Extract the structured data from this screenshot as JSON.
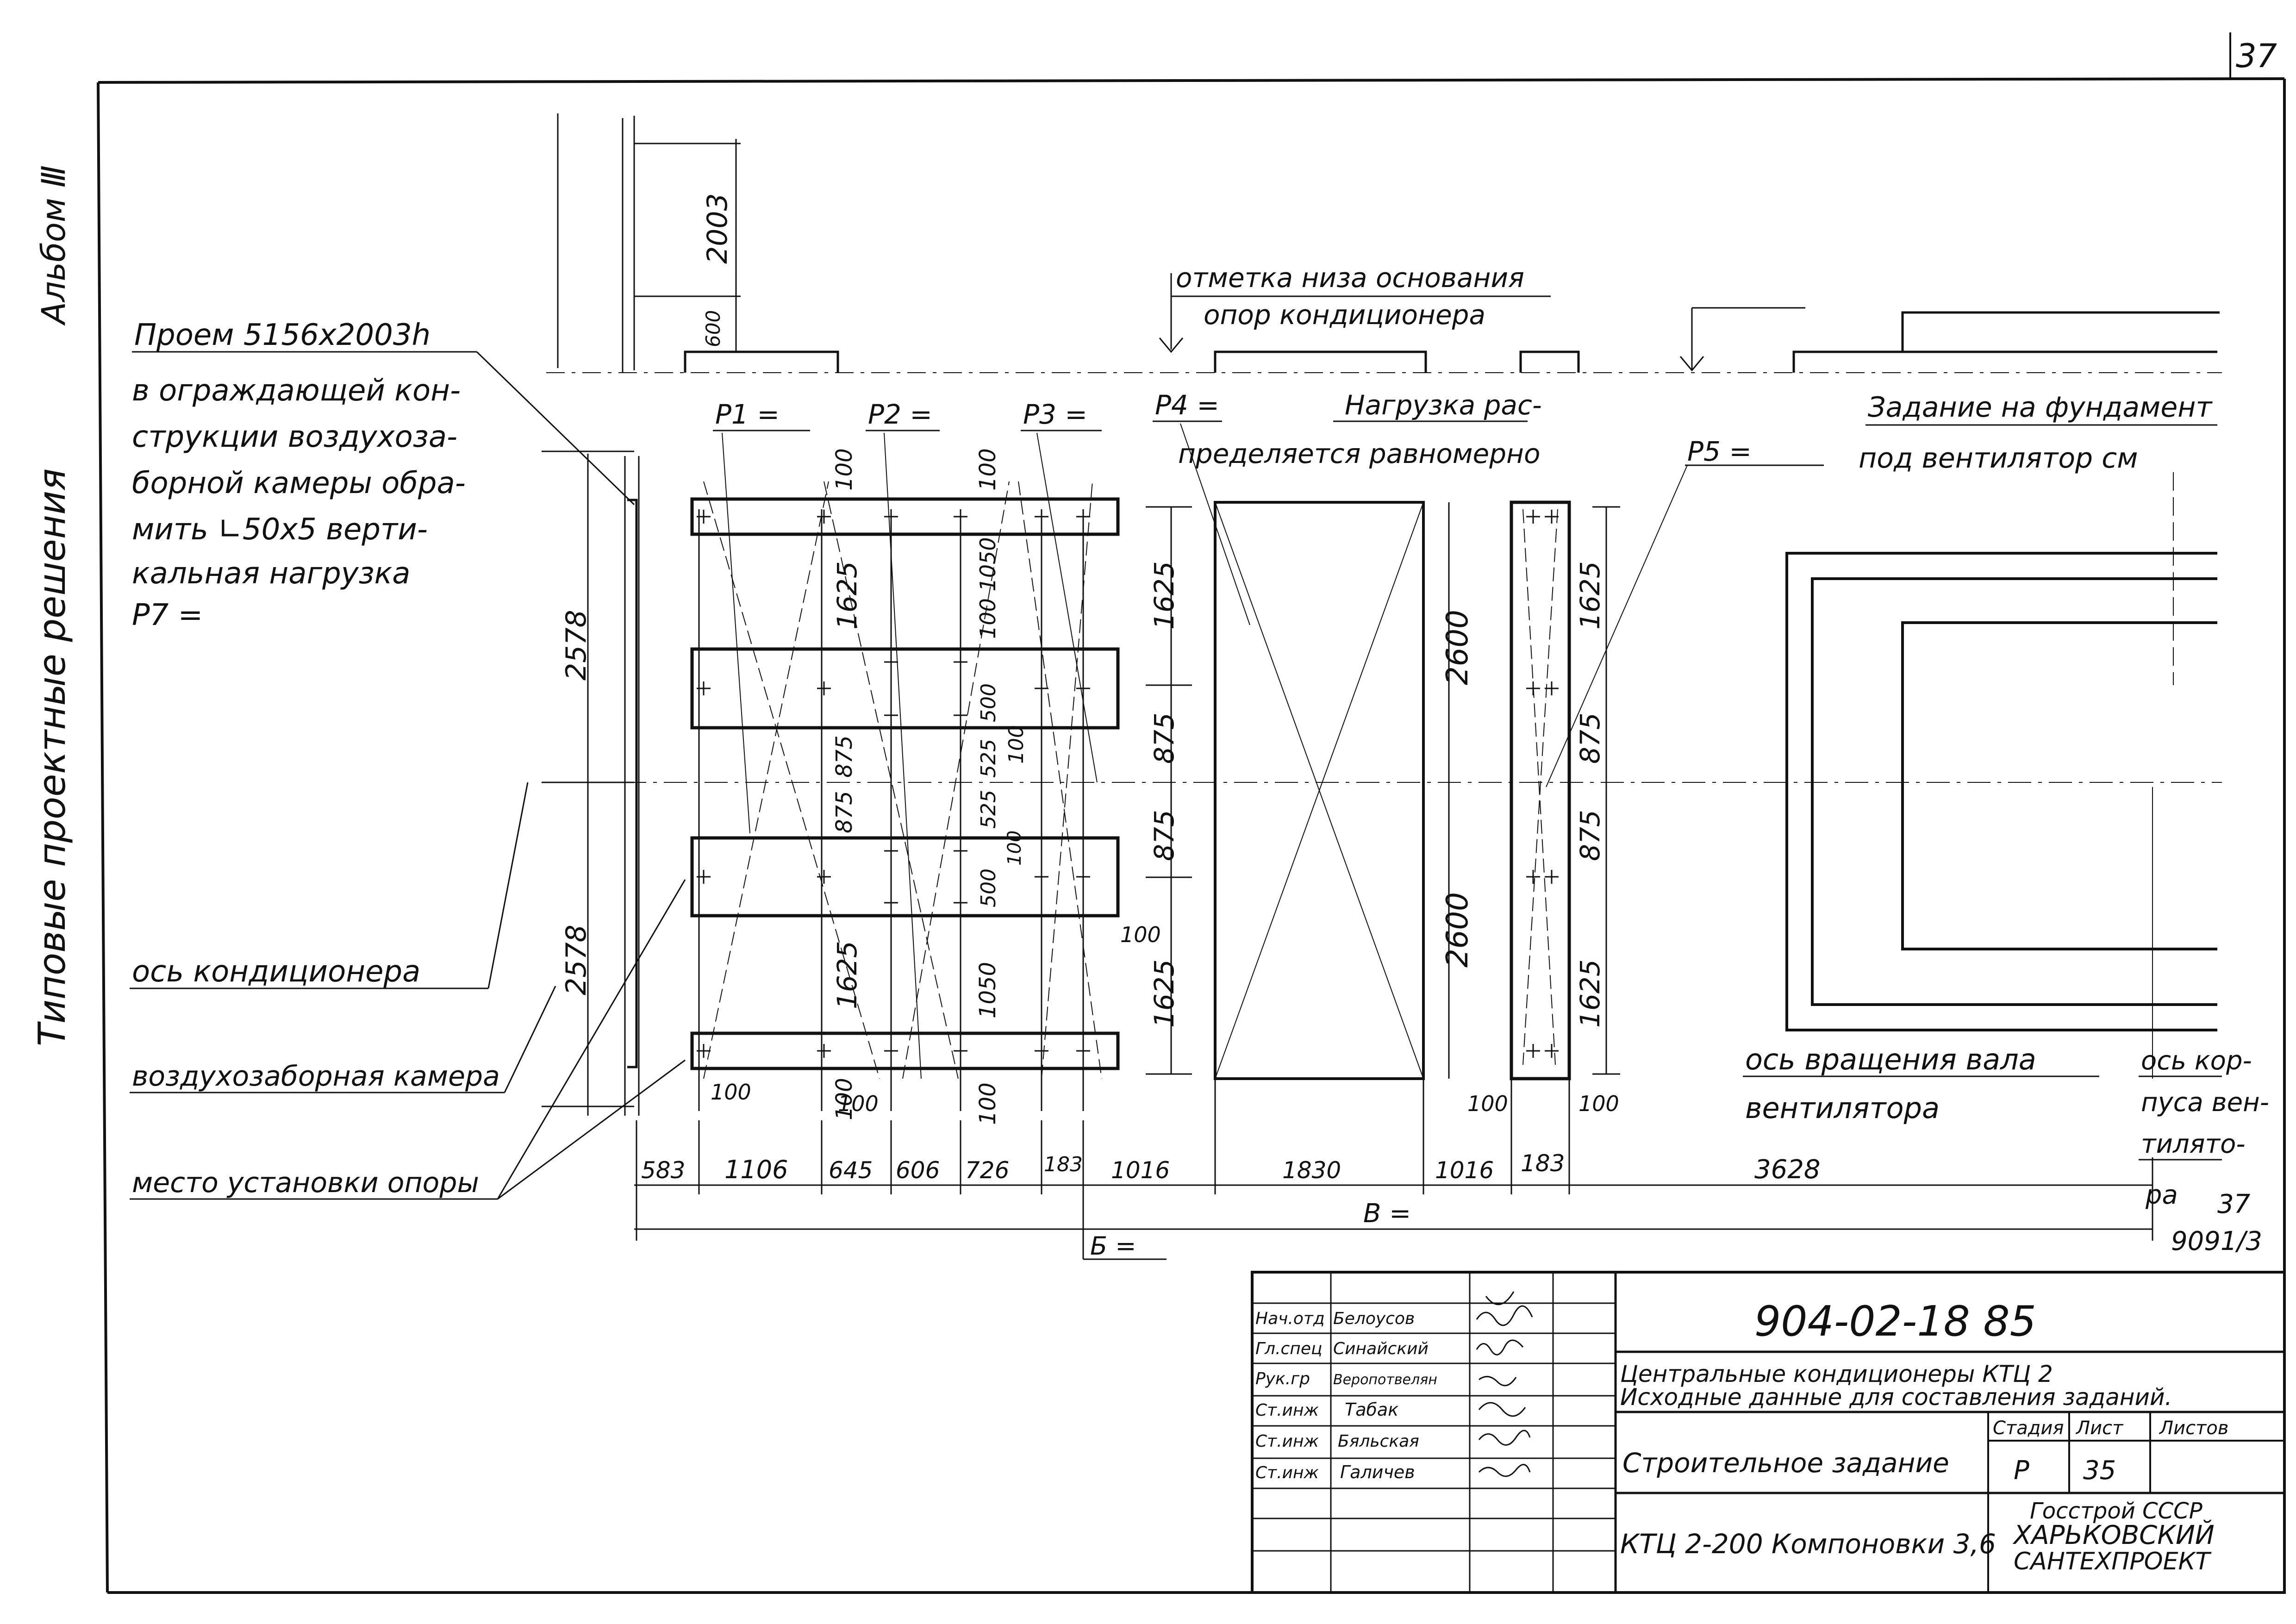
{
  "sheet": {
    "page_number": "37",
    "margin_album": "Альбом Ⅲ",
    "margin_series": "Типовые проектные решения"
  },
  "notes": {
    "opening_line1": "Проем 5156x2003h",
    "opening_line2": "в ограждающей кон-",
    "opening_line3": "струкции воздухоза-",
    "opening_line4": "борной камеры обра-",
    "opening_line5": "мить ∟50x5 верти-",
    "opening_line6": "кальная нагрузка",
    "opening_line7": "P7 =",
    "base_mark_line1": "отметка низа основания",
    "base_mark_line2": "опор кондиционера",
    "foundation_line1": "Задание на фундамент",
    "foundation_line2": "под вентилятор см",
    "p1": "P1 =",
    "p2": "P2 =",
    "p3": "P3 =",
    "p4": "P4 =",
    "load_line1": "Нагрузка рас-",
    "load_line2": "пределяется равномерно",
    "p5": "P5 =",
    "axis_conditioner": "ось кондиционера",
    "intake_chamber": "воздухозаборная камера",
    "support_place": "место установки опоры",
    "shaft_axis_line1": "ось вращения вала",
    "shaft_axis_line2": "вентилятора",
    "fan_axis_line1": "ось кор-",
    "fan_axis_line2": "пуса вен-",
    "fan_axis_line3": "тилято-",
    "fan_axis_line4": "ра",
    "ref_sheet": "37",
    "ref_doc": "9091/3",
    "b_label": "Б =",
    "v_label": "В ="
  },
  "dimensions": {
    "d2003": "2003",
    "d600": "600",
    "d2578a": "2578",
    "d2578b": "2578",
    "v100a": "100",
    "v100b": "100",
    "v1625a": "1625",
    "v875a": "875",
    "v875b": "875",
    "v1625b": "1625",
    "v1050a": "100 1050",
    "v500a": "500",
    "v100c": "100",
    "v525a": "525",
    "v525b": "525",
    "v100d": "100",
    "v500b": "500",
    "v1050b": "1050",
    "v100e": "100",
    "v100f": "100",
    "c1625a": "1625",
    "c875a": "875",
    "c875b": "875",
    "c1625b": "1625",
    "c2600a": "2600",
    "c2600b": "2600",
    "r1625a": "1625",
    "r875a": "875",
    "r875b": "875",
    "r1625b": "1625",
    "h100a": "100",
    "h100b": "100",
    "h100c": "100",
    "h100d": "100",
    "h100e": "100",
    "h583": "583",
    "h1106": "1106",
    "h645": "645",
    "h606": "606",
    "h726": "726",
    "h183a": "183",
    "h1016a": "1016",
    "h1830": "1830",
    "h1016b": "1016",
    "h183b": "183",
    "h3628": "3628"
  },
  "title_block": {
    "doc_code": "904-02-18 85",
    "title_line1": "Центральные кондиционеры КТЦ 2",
    "title_line2": "Исходные данные для составления заданий.",
    "section": "Строительное задание",
    "subject": "КТЦ 2-200 Компоновки 3,6",
    "stage_header": "Стадия",
    "sheet_header": "Лист",
    "sheets_header": "Листов",
    "stage": "Р",
    "sheet_no": "35",
    "org_line1": "Госстрой СССР",
    "org_line2": "ХАРЬКОВСКИЙ",
    "org_line3": "САНТЕХПРОЕКТ",
    "roles": [
      {
        "role": "Нач.отд",
        "name": "Белоусов"
      },
      {
        "role": "Гл.спец",
        "name": "Синайский"
      },
      {
        "role": "Рук.гр",
        "name": "Веропотвелян"
      },
      {
        "role": "Ст.инж",
        "name": "Табак"
      },
      {
        "role": "Ст.инж",
        "name": "Бяльская"
      },
      {
        "role": "Ст.инж",
        "name": "Галичев"
      }
    ]
  }
}
